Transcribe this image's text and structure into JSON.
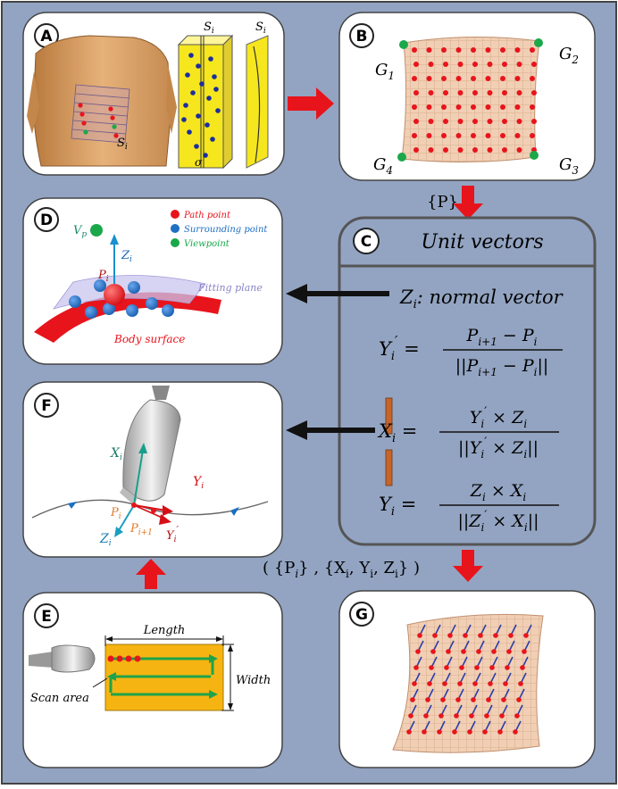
{
  "panels": {
    "A": {
      "label": "A",
      "s_top1": "S",
      "s_top1_sub": "i",
      "s_top2": "S",
      "s_top2_sub": "i",
      "s_body": "S",
      "s_body_sub": "i",
      "sigma": "σ"
    },
    "B": {
      "label": "B",
      "corners": [
        {
          "t": "G",
          "s": "1"
        },
        {
          "t": "G",
          "s": "2"
        },
        {
          "t": "G",
          "s": "3"
        },
        {
          "t": "G",
          "s": "4"
        }
      ]
    },
    "C": {
      "label": "C",
      "title": "Unit vectors",
      "z_line": {
        "lhs": "Z",
        "lhs_sub": "i",
        "text": ": normal vector"
      },
      "y_prime": {
        "lhs": "Y",
        "lhs_sub": "i",
        "lhs_sup": "′",
        "num": "P",
        "num_sub": "i+1",
        "num_rest": " − P",
        "num_rest_sub": "i",
        "den": "||P",
        "den_sub": "i+1",
        "den_rest": " − P",
        "den_rest_sub": "i",
        "den_end": "||"
      },
      "x_eq": {
        "lhs": "X",
        "lhs_sub": "i",
        "num": "Y",
        "num_sub": "i",
        "num_sup": "′",
        "num_rest": " × Z",
        "num_rest_sub": "i",
        "den": "||Y",
        "den_sub": "i",
        "den_sup": "′",
        "den_rest": " × Z",
        "den_rest_sub": "i",
        "den_end": "||"
      },
      "y_eq": {
        "lhs": "Y",
        "lhs_sub": "i",
        "num": "Z",
        "num_sub": "i",
        "num_rest": " × X",
        "num_rest_sub": "i",
        "den": "||Z",
        "den_sub": "i",
        "den_sup": "′",
        "den_rest": " × X",
        "den_rest_sub": "i",
        "den_end": "||"
      }
    },
    "D": {
      "label": "D",
      "vp": "V",
      "vp_sub": "p",
      "zi": "Z",
      "zi_sub": "i",
      "pi": "P",
      "pi_sub": "i",
      "legend": [
        {
          "text": "Path point",
          "color": "#e8141c"
        },
        {
          "text": "Surrounding point",
          "color": "#1f6fc2"
        },
        {
          "text": "Viewpoint",
          "color": "#1aa84a"
        }
      ],
      "fitting_plane": "Fitting plane",
      "body_surface": "Body surface"
    },
    "E": {
      "label": "E",
      "length": "Length",
      "width": "Width",
      "scan_area": "Scan area"
    },
    "F": {
      "label": "F",
      "xi": "X",
      "xi_sub": "i",
      "yi": "Y",
      "yi_sub": "i",
      "zi": "Z",
      "zi_sub": "i",
      "pi": "P",
      "pi_sub": "i",
      "pi1": "P",
      "pi1_sub": "i+1",
      "yip": "Y",
      "yip_sub": "i",
      "yip_sup": "′"
    },
    "G": {
      "label": "G"
    }
  },
  "connectors": {
    "p_set": "{P}",
    "output": "( {P",
    "output_sub": "i",
    "output_mid": "} , {X",
    "output_mid_sub": "i",
    "output_mid2": ", Y",
    "output_mid2_sub": "i",
    "output_mid3": ", Z",
    "output_mid3_sub": "i",
    "output_end": "} )"
  },
  "colors": {
    "background": "#93a4c2",
    "arrow_red": "#e8141c",
    "arrow_black": "#111111",
    "bar_orange": "#c8642a",
    "path_red": "#e8141c",
    "surround_blue": "#1f6fc2",
    "view_green": "#1aa84a"
  }
}
